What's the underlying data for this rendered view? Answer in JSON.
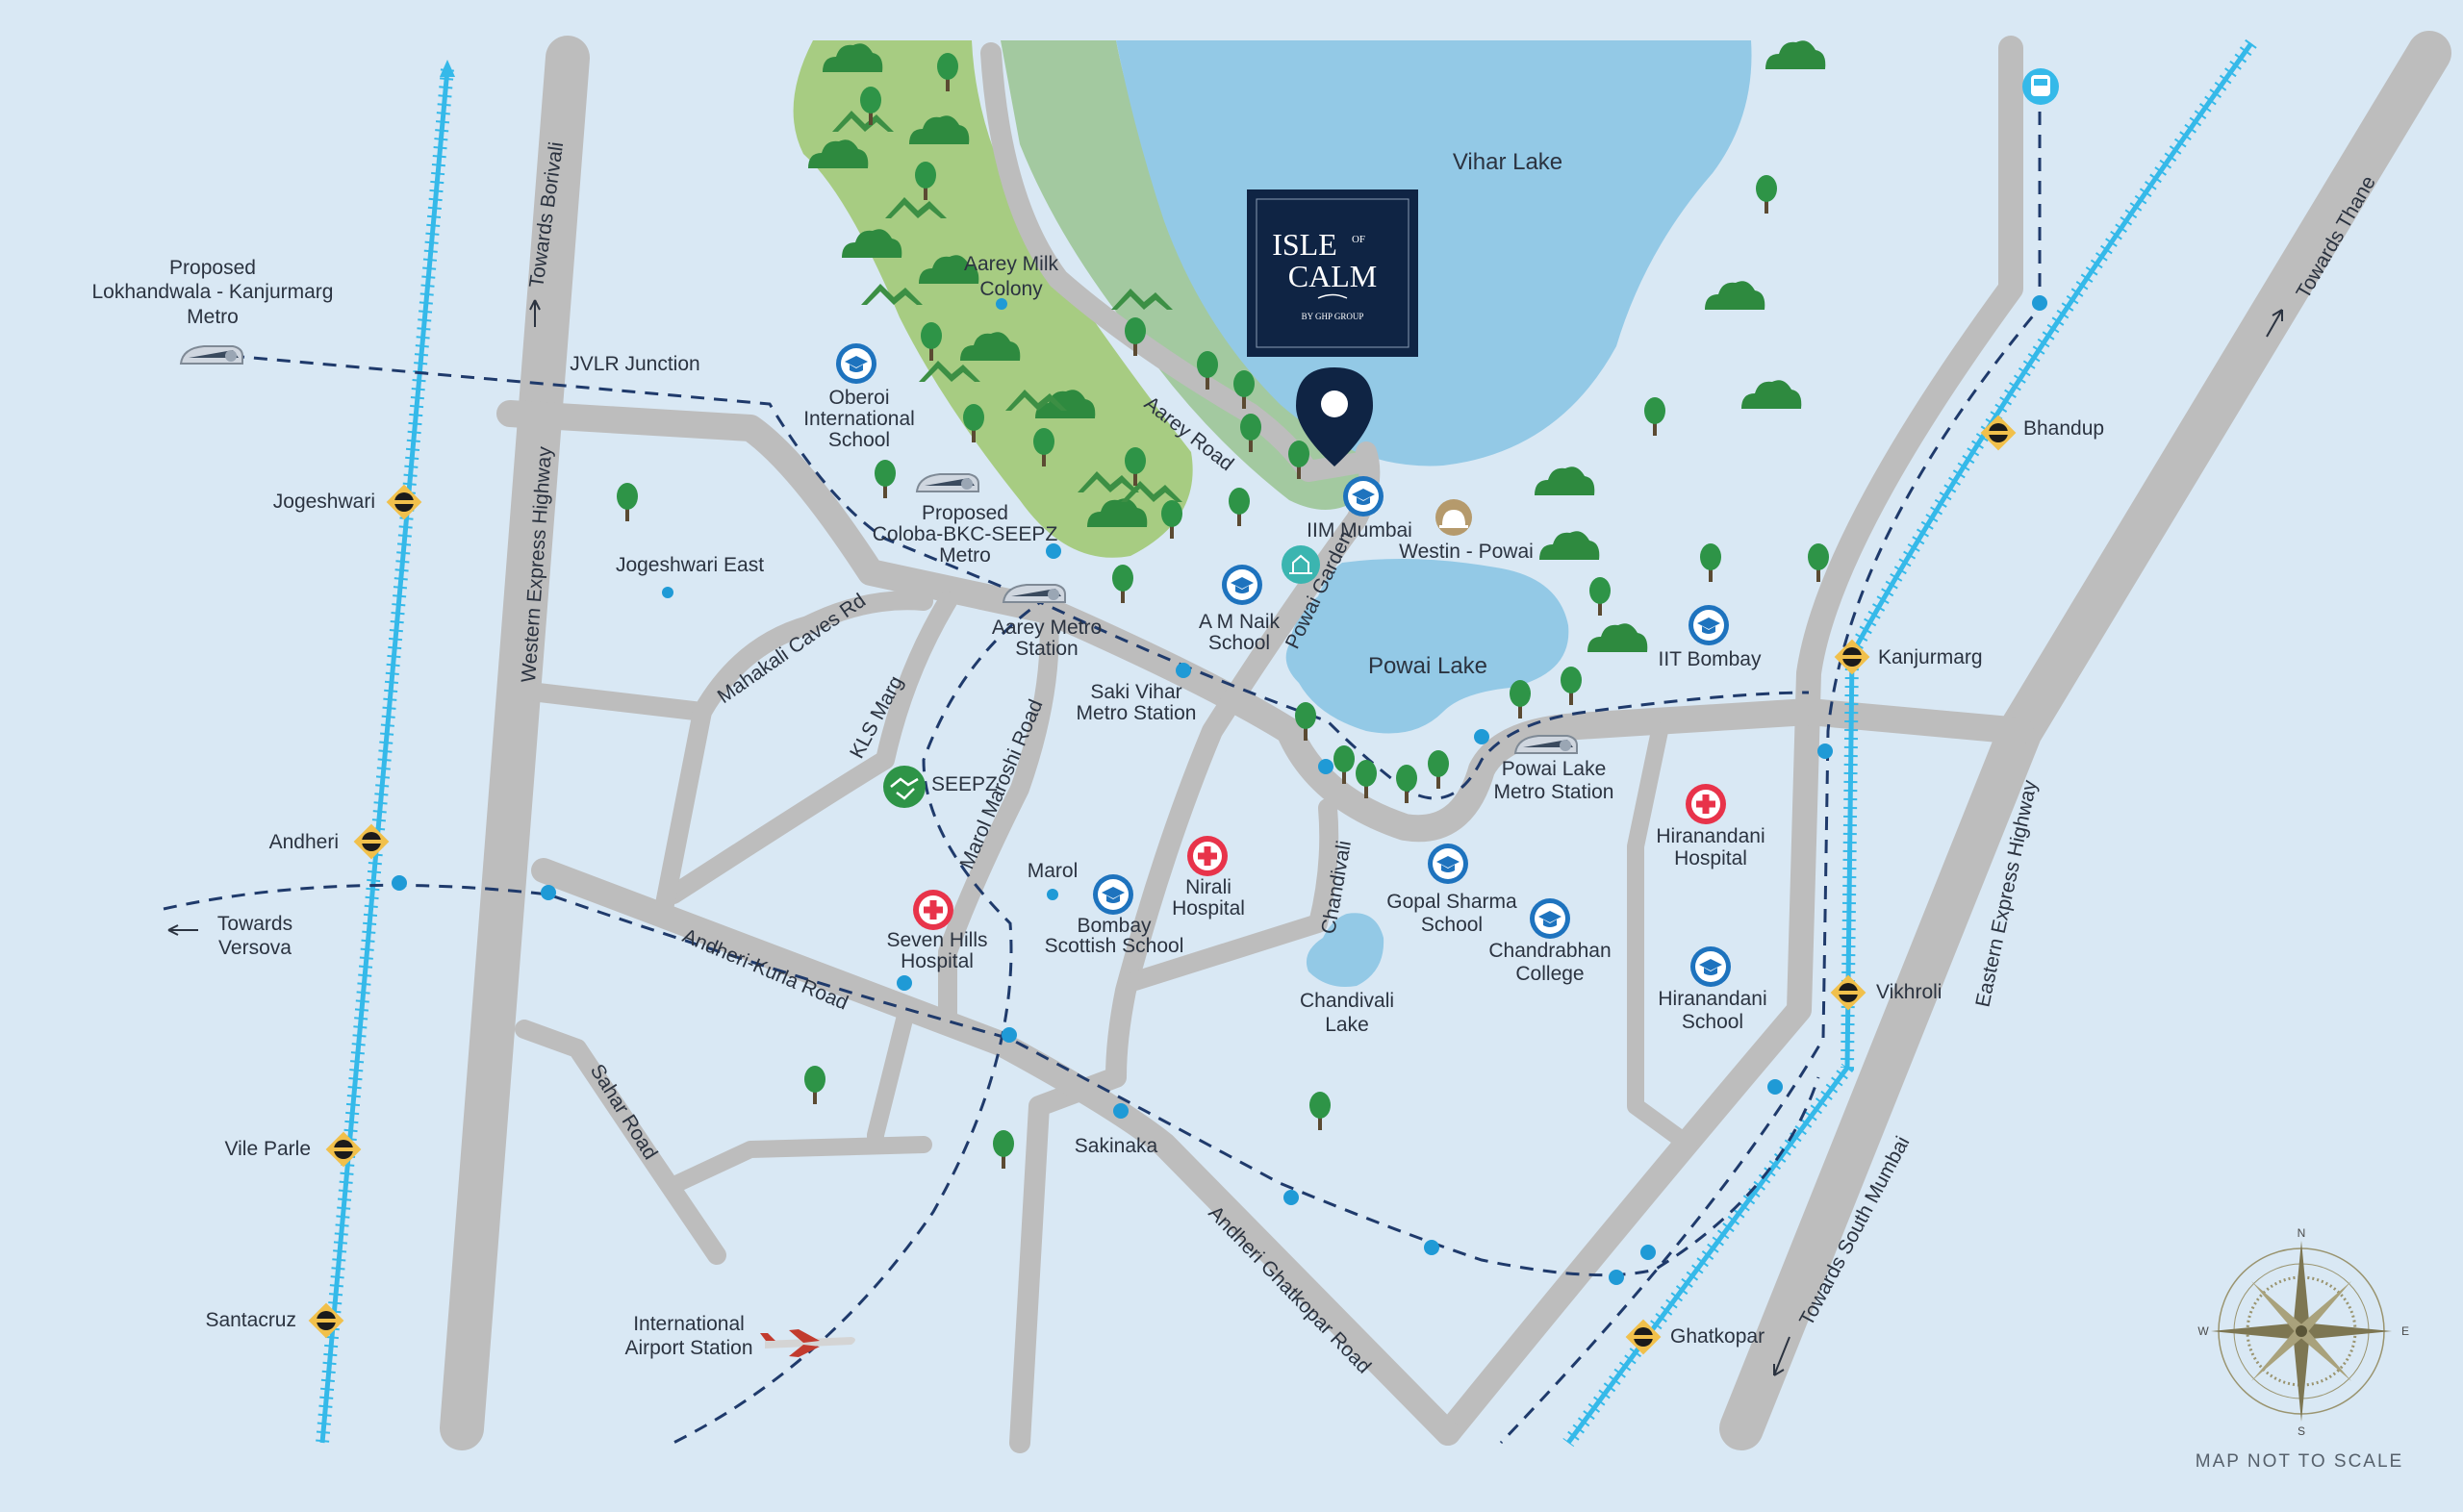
{
  "logo": {
    "line1": "ISLE",
    "of": "OF",
    "line2": "CALM",
    "sub": "BY GHP GROUP"
  },
  "lakes": {
    "vihar": "Vihar Lake",
    "powai": "Powai Lake",
    "chandivali": [
      "Chandivali",
      "Lake"
    ]
  },
  "roads": {
    "western_express_highway": "Western Express Highway",
    "eastern_express_highway": "Eastern Express Highway",
    "towards_borivali": "Towards Borivali",
    "towards_thane": "Towards Thane",
    "towards_versova": [
      "Towards",
      "Versova"
    ],
    "towards_south_mumbai": "Towards South Mumbai",
    "aarey_road": "Aarey Road",
    "powai_garden": "Powai Garden",
    "mahakali_caves_rd": "Mahakali Caves Rd",
    "kls_marg": "KLS Marg",
    "marol_maroshi_road": "Marol Maroshi Road",
    "andheri_kurla_road": "Andheri-Kurla Road",
    "sahar_road": "Sahar Road",
    "chandivali": "Chandivali",
    "andheri_ghatkopar_road": "Andheri Ghatkopar Road"
  },
  "stations": {
    "jogeshwari": "Jogeshwari",
    "andheri": "Andheri",
    "vile_parle": "Vile Parle",
    "santacruz": "Santacruz",
    "bhandup": "Bhandup",
    "kanjurmarg": "Kanjurmarg",
    "vikhroli": "Vikhroli",
    "ghatkopar": "Ghatkopar"
  },
  "places": {
    "proposed_lokhandwala": [
      "Proposed",
      "Lokhandwala - Kanjurmarg",
      "Metro"
    ],
    "jvlr_junction": "JVLR Junction",
    "jogeshwari_east": "Jogeshwari East",
    "aarey_milk_colony": [
      "Aarey Milk",
      "Colony"
    ],
    "oberoi_school": [
      "Oberoi",
      "International",
      "School"
    ],
    "proposed_colaba": [
      "Proposed",
      "Coloba-BKC-SEEPZ",
      "Metro"
    ],
    "aarey_metro": [
      "Aarey Metro",
      "Station"
    ],
    "iim_mumbai": "IIM Mumbai",
    "westin_powai": "Westin - Powai",
    "am_naik_school": [
      "A M Naik",
      "School"
    ],
    "iit_bombay": "IIT Bombay",
    "saki_vihar_metro": [
      "Saki Vihar",
      "Metro Station"
    ],
    "seepz": "SEEPZ",
    "powai_lake_metro": [
      "Powai Lake",
      "Metro Station"
    ],
    "hiranandani_hospital": [
      "Hiranandani",
      "Hospital"
    ],
    "marol": "Marol",
    "nirali_hospital": [
      "Nirali",
      "Hospital"
    ],
    "gopal_sharma_school": [
      "Gopal Sharma",
      "School"
    ],
    "seven_hills_hospital": [
      "Seven Hills",
      "Hospital"
    ],
    "bombay_scottish_school": [
      "Bombay",
      "Scottish School"
    ],
    "chandrabhan_college": [
      "Chandrabhan",
      "College"
    ],
    "hiranandani_school": [
      "Hiranandani",
      "School"
    ],
    "sakinaka": "Sakinaka",
    "international_airport": [
      "International",
      "Airport Station"
    ]
  },
  "compass": {
    "n": "N",
    "s": "S",
    "e": "E",
    "w": "W"
  },
  "scale_note": "MAP NOT TO SCALE",
  "colors": {
    "background": "#d9e8f4",
    "road": "#bdbdbd",
    "lake": "#93c9e6",
    "forest": "#a7cc82",
    "garden": "#a3c9a0",
    "rail": "#35b9e9",
    "metro_line": "#1f3a6b",
    "logo_bg": "#0f2444",
    "school": "#1e73be",
    "hospital": "#e8334a",
    "tree": "#2e9447",
    "station_marker": "#f1c04b"
  }
}
